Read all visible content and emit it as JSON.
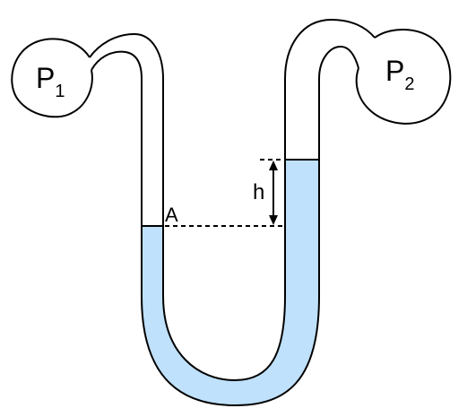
{
  "labels": {
    "p1": "P",
    "p1_sub": "1",
    "p2": "P",
    "p2_sub": "2",
    "point_a": "A",
    "height": "h"
  },
  "colors": {
    "liquid": "#bfe1fb",
    "outline": "#000000",
    "background": "#ffffff"
  }
}
